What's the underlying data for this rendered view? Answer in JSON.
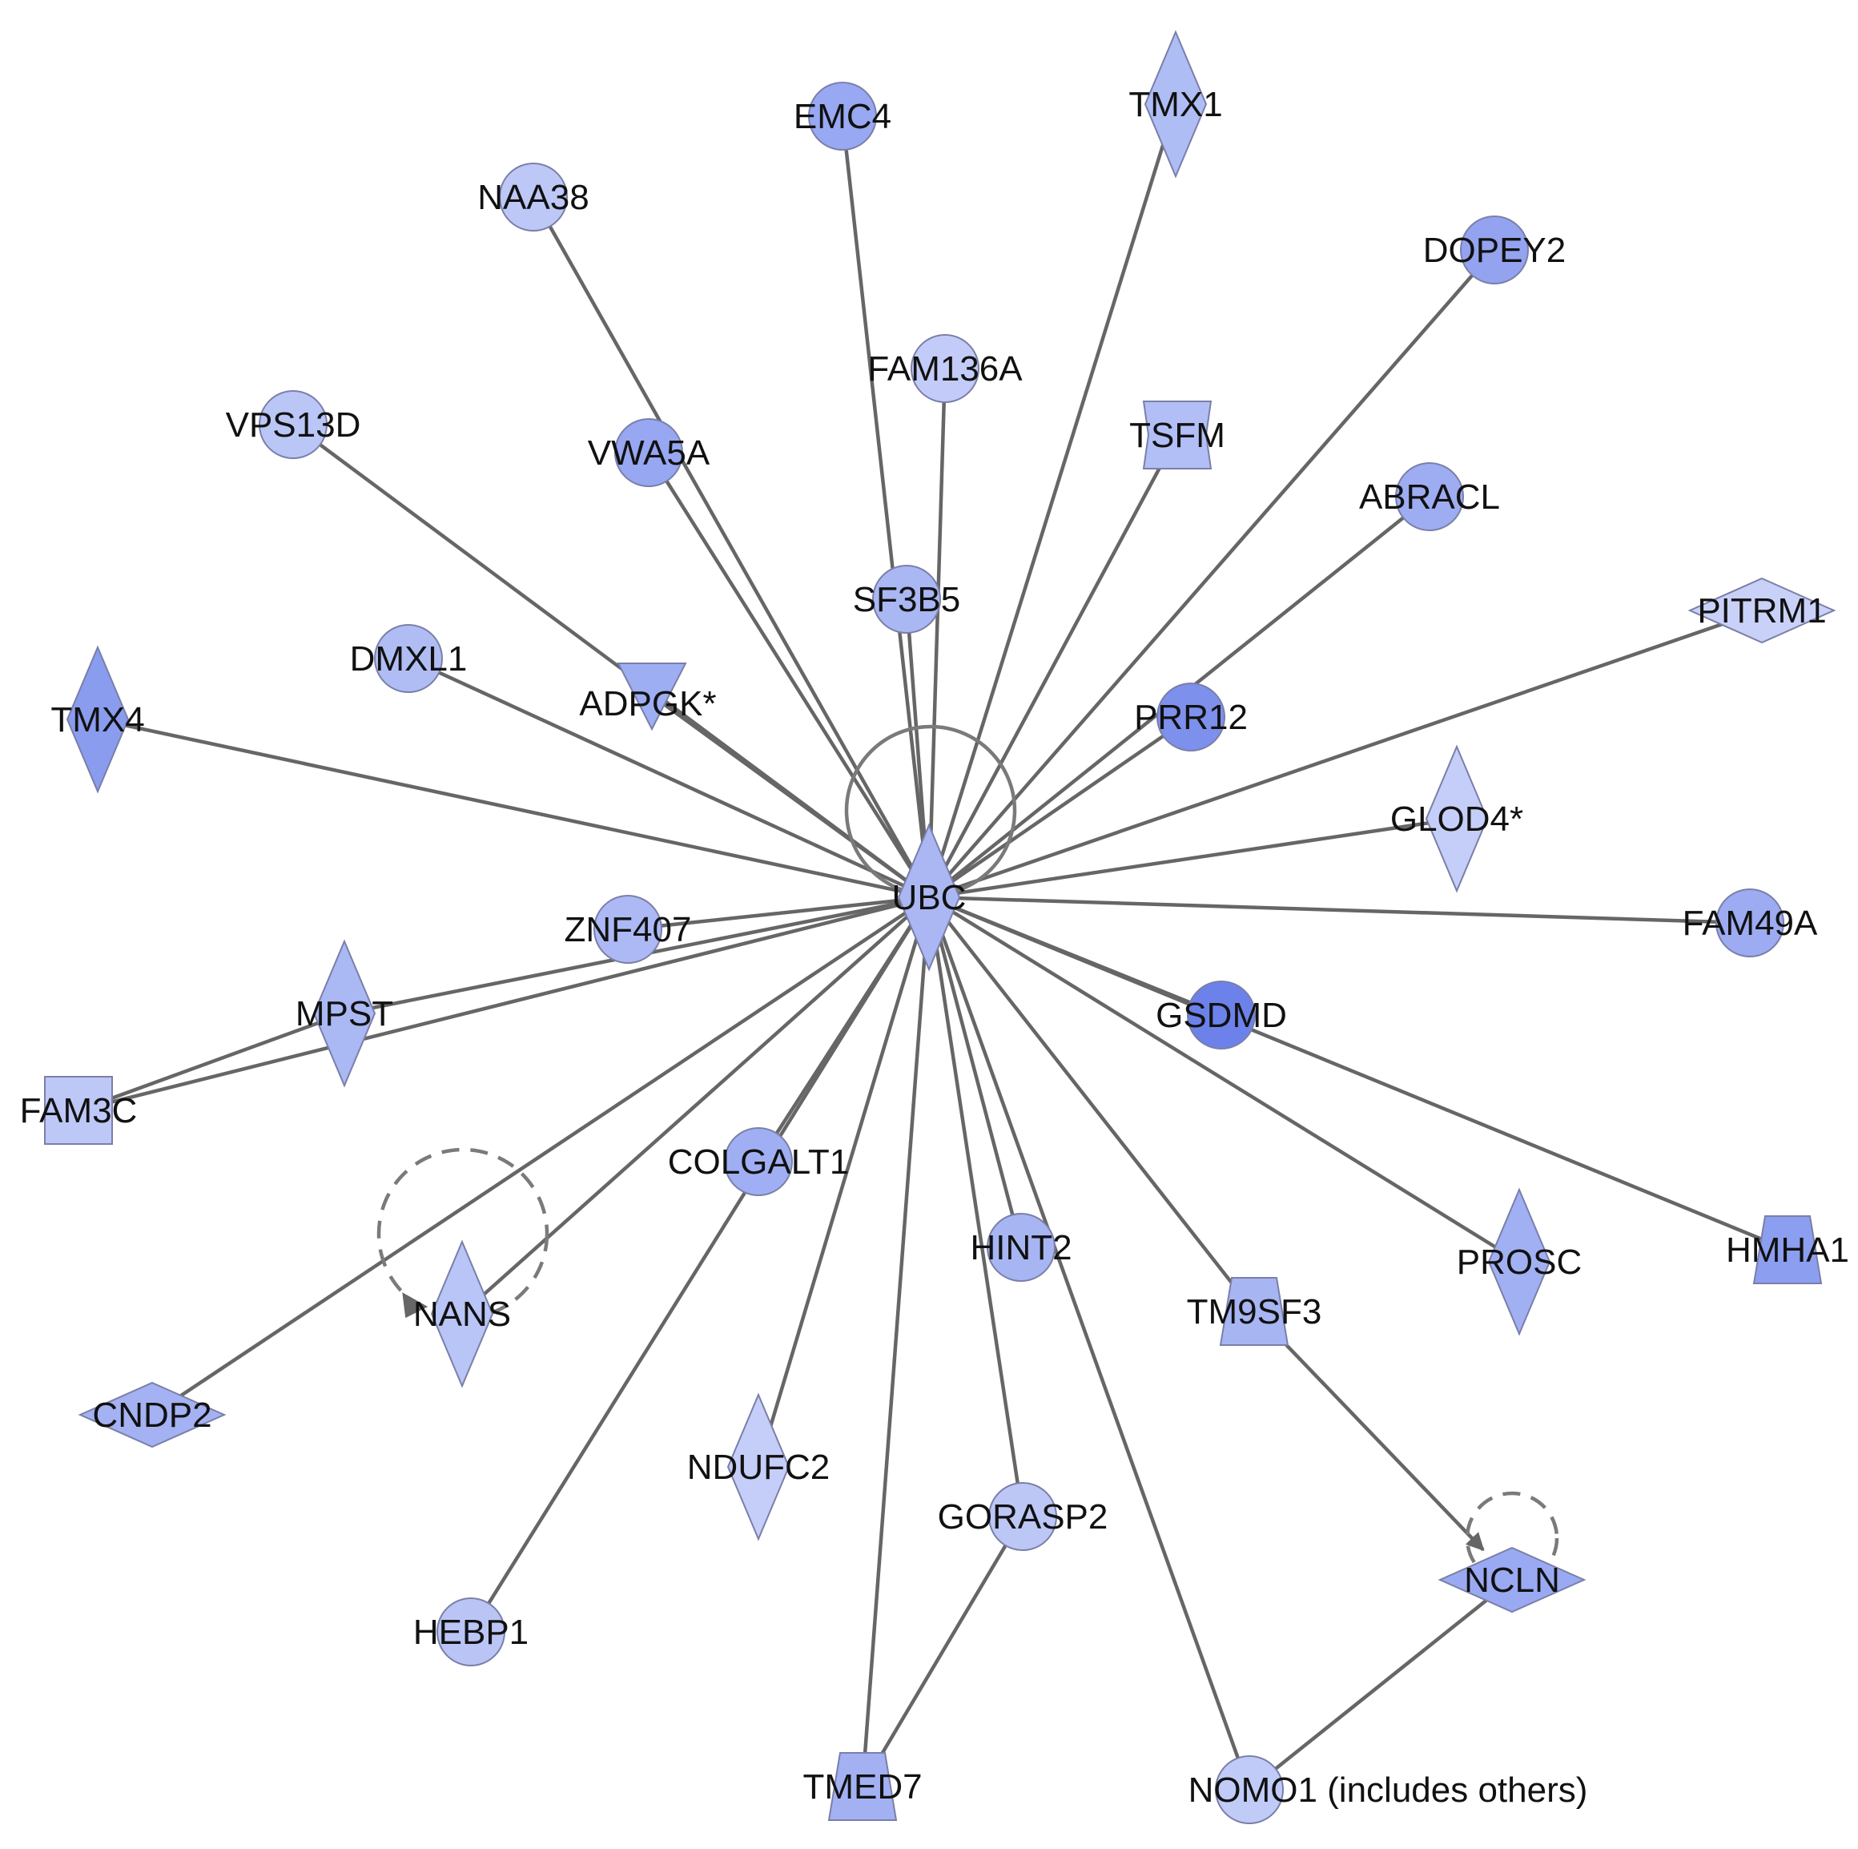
{
  "network": {
    "hub": "UBC",
    "nodes": [
      {
        "id": "UBC",
        "label": "UBC",
        "shape": "diamond",
        "color": "#aab7f2"
      },
      {
        "id": "EMC4",
        "label": "EMC4",
        "shape": "circle",
        "color": "#98a8f2"
      },
      {
        "id": "TMX1",
        "label": "TMX1",
        "shape": "diamond",
        "color": "#afbdf5"
      },
      {
        "id": "NAA38",
        "label": "NAA38",
        "shape": "circle",
        "color": "#bdc8f7"
      },
      {
        "id": "DOPEY2",
        "label": "DOPEY2",
        "shape": "circle",
        "color": "#93a3f0"
      },
      {
        "id": "FAM136A",
        "label": "FAM136A",
        "shape": "circle",
        "color": "#c3ccf8"
      },
      {
        "id": "VPS13D",
        "label": "VPS13D",
        "shape": "circle",
        "color": "#bac6f6"
      },
      {
        "id": "VWA5A",
        "label": "VWA5A",
        "shape": "circle",
        "color": "#97a7f2"
      },
      {
        "id": "TSFM",
        "label": "TSFM",
        "shape": "hexagon",
        "color": "#b2bff6"
      },
      {
        "id": "ABRACL",
        "label": "ABRACL",
        "shape": "circle",
        "color": "#9eadf2"
      },
      {
        "id": "SF3B5",
        "label": "SF3B5",
        "shape": "circle",
        "color": "#a9b7f3"
      },
      {
        "id": "PITRM1",
        "label": "PITRM1",
        "shape": "diamond",
        "color": "#c9d1f9"
      },
      {
        "id": "DMXL1",
        "label": "DMXL1",
        "shape": "circle",
        "color": "#b0bdf5"
      },
      {
        "id": "ADPGK*",
        "label": "ADPGK*",
        "shape": "triangle-down",
        "color": "#9eaef3"
      },
      {
        "id": "TMX4",
        "label": "TMX4",
        "shape": "diamond",
        "color": "#8a9cee"
      },
      {
        "id": "PRR12",
        "label": "PRR12",
        "shape": "circle",
        "color": "#7d90ec"
      },
      {
        "id": "GLOD4*",
        "label": "GLOD4*",
        "shape": "diamond",
        "color": "#c5cef8"
      },
      {
        "id": "ZNF407",
        "label": "ZNF407",
        "shape": "circle",
        "color": "#acb9f4"
      },
      {
        "id": "FAM49A",
        "label": "FAM49A",
        "shape": "circle",
        "color": "#9cabf2"
      },
      {
        "id": "MPST",
        "label": "MPST",
        "shape": "diamond",
        "color": "#aab8f4"
      },
      {
        "id": "GSDMD",
        "label": "GSDMD",
        "shape": "circle",
        "color": "#6c82ea"
      },
      {
        "id": "FAM3C",
        "label": "FAM3C",
        "shape": "square",
        "color": "#bdc8f7"
      },
      {
        "id": "COLGALT1",
        "label": "COLGALT1",
        "shape": "circle",
        "color": "#a0aff3"
      },
      {
        "id": "HINT2",
        "label": "HINT2",
        "shape": "circle",
        "color": "#a7b5f3"
      },
      {
        "id": "PROSC",
        "label": "PROSC",
        "shape": "diamond",
        "color": "#a1b0f3"
      },
      {
        "id": "HMHA1",
        "label": "HMHA1",
        "shape": "trapezoid",
        "color": "#8c9eef"
      },
      {
        "id": "NANS",
        "label": "NANS",
        "shape": "diamond",
        "color": "#b9c5f6"
      },
      {
        "id": "TM9SF3",
        "label": "TM9SF3",
        "shape": "trapezoid",
        "color": "#a7b5f3"
      },
      {
        "id": "CNDP2",
        "label": "CNDP2",
        "shape": "diamond",
        "color": "#a4b2f3"
      },
      {
        "id": "NDUFC2",
        "label": "NDUFC2",
        "shape": "diamond",
        "color": "#c5cef8"
      },
      {
        "id": "GORASP2",
        "label": "GORASP2",
        "shape": "circle",
        "color": "#bcc7f6"
      },
      {
        "id": "NCLN",
        "label": "NCLN",
        "shape": "diamond",
        "color": "#9aaaf2"
      },
      {
        "id": "HEBP1",
        "label": "HEBP1",
        "shape": "circle",
        "color": "#bac5f6"
      },
      {
        "id": "TMED7",
        "label": "TMED7",
        "shape": "trapezoid",
        "color": "#a3b1f3"
      },
      {
        "id": "NOMO1",
        "label": "NOMO1 (includes others)",
        "shape": "circle",
        "color": "#c1cbf7"
      }
    ],
    "edges": [
      {
        "from": "UBC",
        "to": "EMC4"
      },
      {
        "from": "UBC",
        "to": "TMX1"
      },
      {
        "from": "UBC",
        "to": "NAA38"
      },
      {
        "from": "UBC",
        "to": "DOPEY2"
      },
      {
        "from": "UBC",
        "to": "FAM136A"
      },
      {
        "from": "UBC",
        "to": "VPS13D"
      },
      {
        "from": "UBC",
        "to": "VWA5A"
      },
      {
        "from": "UBC",
        "to": "TSFM"
      },
      {
        "from": "UBC",
        "to": "ABRACL"
      },
      {
        "from": "UBC",
        "to": "SF3B5"
      },
      {
        "from": "UBC",
        "to": "PITRM1"
      },
      {
        "from": "UBC",
        "to": "DMXL1"
      },
      {
        "from": "UBC",
        "to": "ADPGK*"
      },
      {
        "from": "UBC",
        "to": "TMX4"
      },
      {
        "from": "UBC",
        "to": "PRR12"
      },
      {
        "from": "UBC",
        "to": "GLOD4*"
      },
      {
        "from": "UBC",
        "to": "ZNF407"
      },
      {
        "from": "UBC",
        "to": "FAM49A"
      },
      {
        "from": "UBC",
        "to": "MPST"
      },
      {
        "from": "UBC",
        "to": "GSDMD"
      },
      {
        "from": "UBC",
        "to": "FAM3C"
      },
      {
        "from": "UBC",
        "to": "COLGALT1"
      },
      {
        "from": "UBC",
        "to": "HINT2"
      },
      {
        "from": "UBC",
        "to": "PROSC"
      },
      {
        "from": "UBC",
        "to": "HMHA1"
      },
      {
        "from": "UBC",
        "to": "NANS"
      },
      {
        "from": "UBC",
        "to": "TM9SF3"
      },
      {
        "from": "UBC",
        "to": "CNDP2"
      },
      {
        "from": "UBC",
        "to": "NDUFC2"
      },
      {
        "from": "UBC",
        "to": "GORASP2"
      },
      {
        "from": "UBC",
        "to": "TMED7"
      },
      {
        "from": "UBC",
        "to": "NOMO1"
      },
      {
        "from": "UBC",
        "to": "HEBP1"
      },
      {
        "from": "MPST",
        "to": "FAM3C"
      },
      {
        "from": "TMED7",
        "to": "GORASP2"
      },
      {
        "from": "NCLN",
        "to": "NOMO1"
      },
      {
        "from": "TM9SF3",
        "to": "NCLN",
        "arrow": true
      }
    ],
    "self_loops": [
      {
        "node": "UBC",
        "style": "solid"
      },
      {
        "node": "NANS",
        "style": "dashed",
        "arrow": true
      },
      {
        "node": "NCLN",
        "style": "dashed"
      }
    ]
  }
}
